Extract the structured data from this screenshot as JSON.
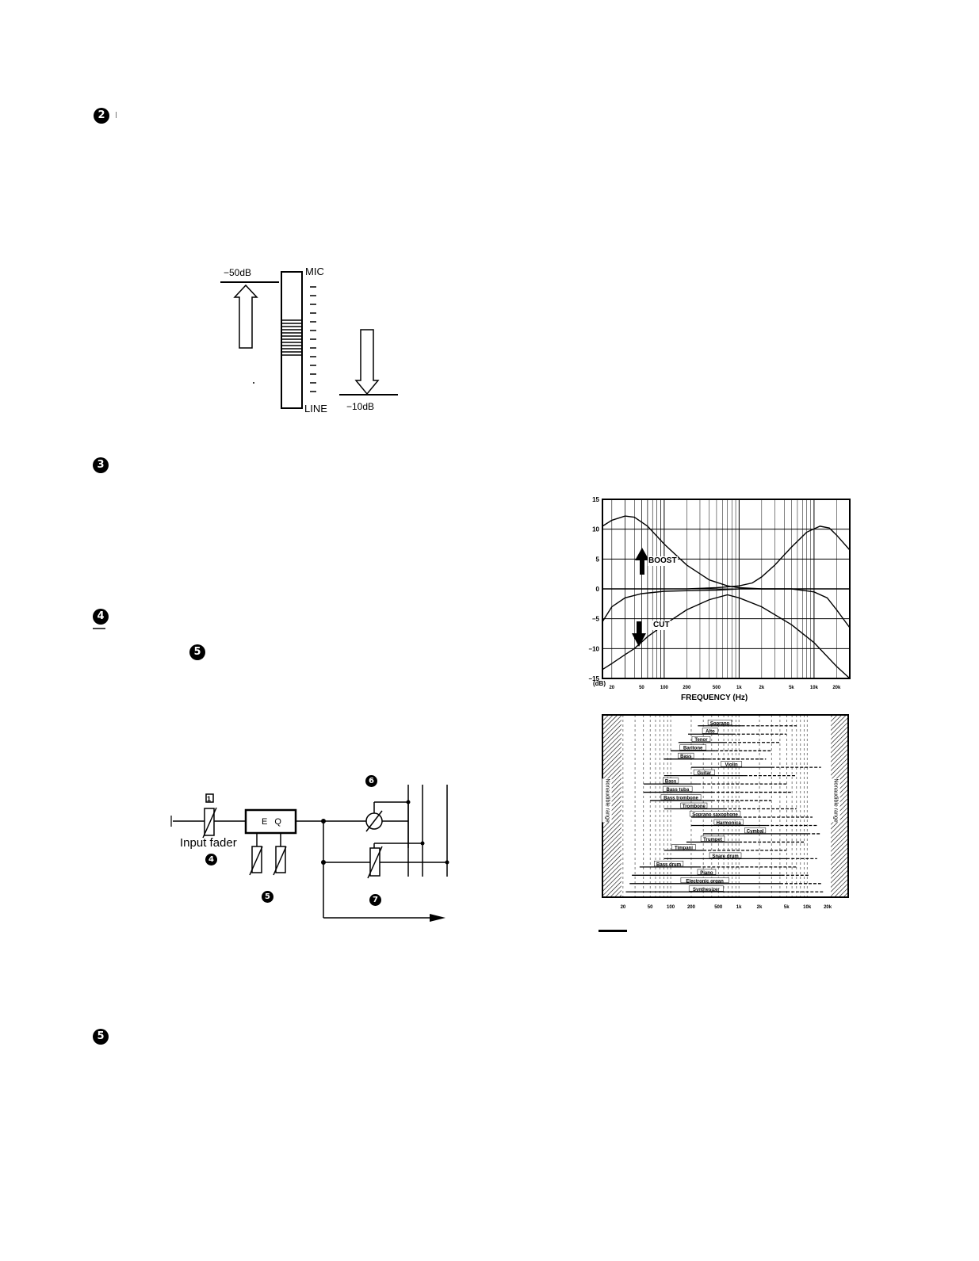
{
  "markers": {
    "m2": "2",
    "m3": "3",
    "m4": "4",
    "m5_small": "5",
    "m5": "5"
  },
  "gain_trim": {
    "top_level": "−50dB",
    "top_label": "MIC",
    "bottom_label": "LINE",
    "bottom_level": "−10dB"
  },
  "block_diagram": {
    "marker_1": "1",
    "eq_label": "E Q",
    "fader_label": "Input fader",
    "marker_4": "4",
    "marker_5": "5",
    "marker_6": "6",
    "marker_7": "7"
  },
  "eq_chart": {
    "boost_label": "BOOST",
    "cut_label": "CUT",
    "y_unit": "(dB)",
    "xlabel": "FREQUENCY (Hz)"
  },
  "range_chart": {
    "side_label_left": "Nonaudible range",
    "side_label_right": "Nonaudible range",
    "x_ticks": [
      "20",
      "50",
      "100",
      "200",
      "500",
      "1k",
      "2k",
      "5k",
      "10k",
      "20k"
    ]
  },
  "chart_data": [
    {
      "type": "line",
      "xlabel": "FREQUENCY (Hz)",
      "ylabel": "(dB)",
      "x_scale": "log",
      "xlim": [
        15,
        30000
      ],
      "ylim": [
        -15,
        15
      ],
      "x_ticks": [
        "20",
        "50",
        "100",
        "200",
        "500",
        "1k",
        "2k",
        "5k",
        "10k",
        "20k"
      ],
      "y_ticks": [
        "15",
        "10",
        "5",
        "0",
        "−5",
        "−10",
        "−15"
      ],
      "grid": true,
      "series": [
        {
          "x": [
            15,
            20,
            30,
            40,
            60,
            100,
            200,
            400,
            700,
            1000,
            2000,
            5000,
            10000,
            20000,
            30000
          ],
          "y": [
            10.5,
            11.5,
            12.2,
            12.0,
            10.5,
            7.5,
            4.0,
            1.5,
            0.5,
            0.2,
            0,
            0,
            0,
            0,
            0
          ]
        },
        {
          "x": [
            15,
            20,
            30,
            40,
            60,
            100,
            200,
            400,
            700,
            1000,
            2000,
            5000,
            10000,
            20000,
            30000
          ],
          "y": [
            -13.5,
            -12.5,
            -11.0,
            -10.0,
            -8.0,
            -6.0,
            -3.5,
            -1.8,
            -1.0,
            -1.5,
            -3.0,
            -6.0,
            -9.0,
            -13.0,
            -15.0
          ]
        },
        {
          "x": [
            15,
            20,
            50,
            100,
            200,
            500,
            1000,
            1500,
            2000,
            3000,
            5000,
            8000,
            12000,
            16000,
            20000,
            30000
          ],
          "y": [
            0,
            0,
            0,
            0,
            0,
            0.2,
            0.5,
            1.0,
            2.0,
            4.0,
            7.0,
            9.5,
            10.5,
            10.2,
            9.0,
            6.5
          ]
        },
        {
          "x": [
            15,
            20,
            30,
            50,
            100,
            200,
            500,
            1000,
            2000,
            5000,
            10000,
            15000,
            20000,
            30000
          ],
          "y": [
            -5.5,
            -3.0,
            -1.5,
            -0.8,
            -0.4,
            -0.3,
            -0.2,
            0,
            0,
            0,
            -0.5,
            -1.5,
            -3.5,
            -6.5
          ]
        }
      ]
    },
    {
      "type": "bar",
      "x_scale": "log",
      "x_ticks": [
        "20",
        "50",
        "100",
        "200",
        "500",
        "1k",
        "2k",
        "5k",
        "10k",
        "20k"
      ],
      "categories": [
        "Soprano",
        "Alto",
        "Tenor",
        "Baritone",
        "Bass",
        "Violin",
        "Guitar",
        "Bass",
        "Bass tuba",
        "Bass trombone",
        "Trombone",
        "Soprano saxophone",
        "Harmonica",
        "Cymbal",
        "Trumpet",
        "Timpani",
        "Snare drum",
        "Bass drum",
        "Piano",
        "Electronic organ",
        "Synthesizer"
      ],
      "ranges": [
        {
          "label": "Soprano",
          "fundamental": [
            250,
            1100
          ],
          "harmonics": [
            1100,
            7000
          ]
        },
        {
          "label": "Alto",
          "fundamental": [
            180,
            800
          ],
          "harmonics": [
            800,
            5000
          ]
        },
        {
          "label": "Tenor",
          "fundamental": [
            130,
            600
          ],
          "harmonics": [
            600,
            4000
          ]
        },
        {
          "label": "Baritone",
          "fundamental": [
            100,
            450
          ],
          "harmonics": [
            450,
            3000
          ]
        },
        {
          "label": "Bass",
          "fundamental": [
            80,
            350
          ],
          "harmonics": [
            350,
            2500
          ]
        },
        {
          "label": "Violin",
          "fundamental": [
            200,
            3000
          ],
          "harmonics": [
            3000,
            16000
          ]
        },
        {
          "label": "Guitar",
          "fundamental": [
            80,
            1200
          ],
          "harmonics": [
            1200,
            7000
          ]
        },
        {
          "label": "Bass",
          "fundamental": [
            40,
            250
          ],
          "harmonics": [
            250,
            5000
          ]
        },
        {
          "label": "Bass tuba",
          "fundamental": [
            40,
            400
          ],
          "harmonics": [
            400,
            6000
          ]
        },
        {
          "label": "Bass trombone",
          "fundamental": [
            50,
            400
          ],
          "harmonics": [
            400,
            3000
          ]
        },
        {
          "label": "Trombone",
          "fundamental": [
            80,
            600
          ],
          "harmonics": [
            600,
            7000
          ]
        },
        {
          "label": "Soprano saxophone",
          "fundamental": [
            200,
            1000
          ],
          "harmonics": [
            1000,
            12000
          ]
        },
        {
          "label": "Harmonica",
          "fundamental": [
            200,
            2500
          ],
          "harmonics": [
            2500,
            14000
          ]
        },
        {
          "label": "Cymbal",
          "fundamental": [
            300,
            10000
          ],
          "harmonics": [
            10000,
            16000
          ]
        },
        {
          "label": "Trumpet",
          "fundamental": [
            170,
            1000
          ],
          "harmonics": [
            1000,
            9000
          ]
        },
        {
          "label": "Timpani",
          "fundamental": [
            80,
            300
          ],
          "harmonics": [
            300,
            5000
          ]
        },
        {
          "label": "Snare drum",
          "fundamental": [
            80,
            5000
          ],
          "harmonics": [
            5000,
            14000
          ]
        },
        {
          "label": "Bass drum",
          "fundamental": [
            35,
            250
          ],
          "harmonics": [
            250,
            7000
          ]
        },
        {
          "label": "Piano",
          "fundamental": [
            27,
            4200
          ],
          "harmonics": [
            4200,
            11000
          ]
        },
        {
          "label": "Electronic organ",
          "fundamental": [
            25,
            4000
          ],
          "harmonics": [
            4000,
            16000
          ]
        },
        {
          "label": "Synthesizer",
          "fundamental": [
            22,
            5000
          ],
          "harmonics": [
            5000,
            18000
          ]
        }
      ]
    }
  ]
}
